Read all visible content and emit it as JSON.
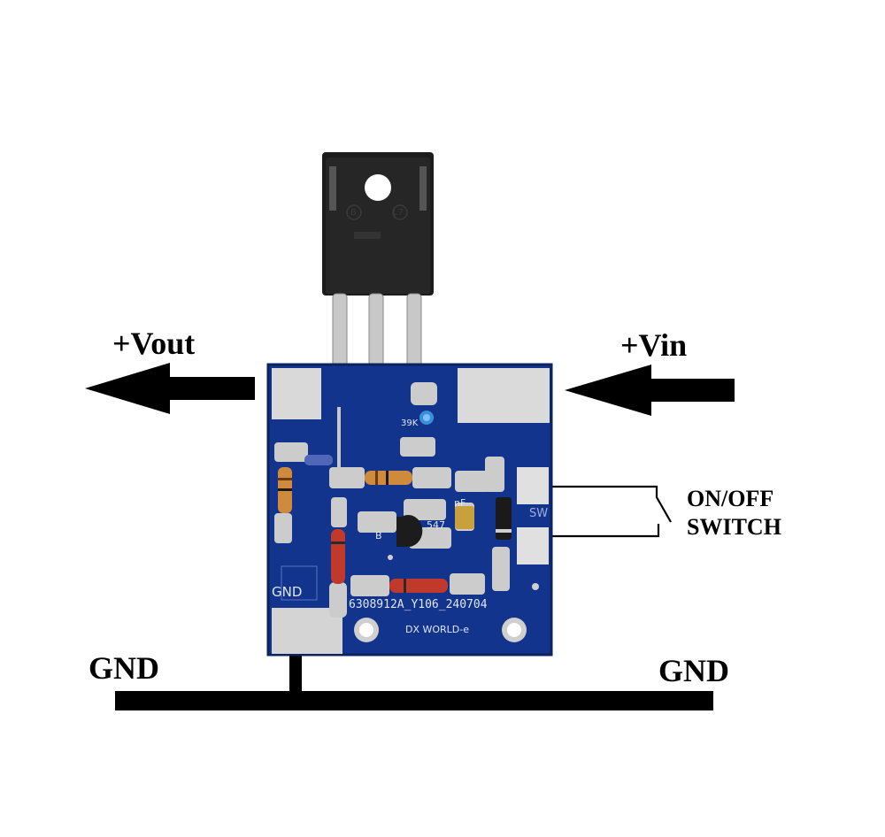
{
  "labels": {
    "vout": "+Vout",
    "vin": "+Vin",
    "gnd_left": "GND",
    "gnd_right": "GND",
    "switch_line1": "ON/OFF",
    "switch_line2": "SWITCH"
  },
  "pcb": {
    "gnd": "GND",
    "serial": "6308912A_Y106_240704",
    "brand": "DX WORLD-e",
    "resistor_label": "39K",
    "switch_pad": "SW",
    "transistor_base": "B",
    "transistor_part": "547",
    "capacitor_value": "nF"
  },
  "package": {
    "left_mark": "B",
    "right_mark": "L7"
  },
  "colors": {
    "pcb_blue": "#12348c",
    "pad_silver": "#d9d9d9",
    "ink": "#000000",
    "mosfet_body": "#1c1c1c",
    "resistor_red": "#c0392b",
    "resistor_tan": "#d08a3c"
  }
}
